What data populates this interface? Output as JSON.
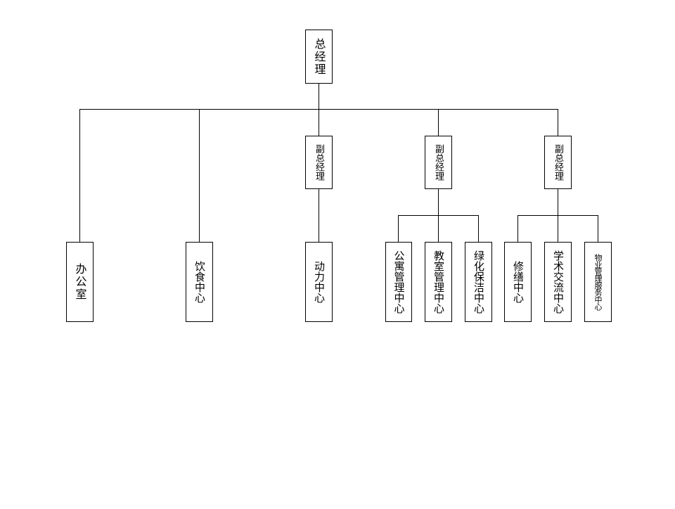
{
  "org_chart": {
    "root": {
      "label": "总经理"
    },
    "deputies": [
      {
        "label": "副总经理"
      },
      {
        "label": "副总经理"
      },
      {
        "label": "副总经理"
      }
    ],
    "departments": [
      {
        "label": "办公室"
      },
      {
        "label": "饮食中心"
      },
      {
        "label": "动力中心"
      },
      {
        "label": "公寓管理中心"
      },
      {
        "label": "教室管理中心"
      },
      {
        "label": "绿化保洁中心"
      },
      {
        "label": "修缮中心"
      },
      {
        "label": "学术交流中心"
      },
      {
        "label": "物业管理服务中心"
      }
    ],
    "line_color": "#000000",
    "box_border_color": "#000000"
  }
}
